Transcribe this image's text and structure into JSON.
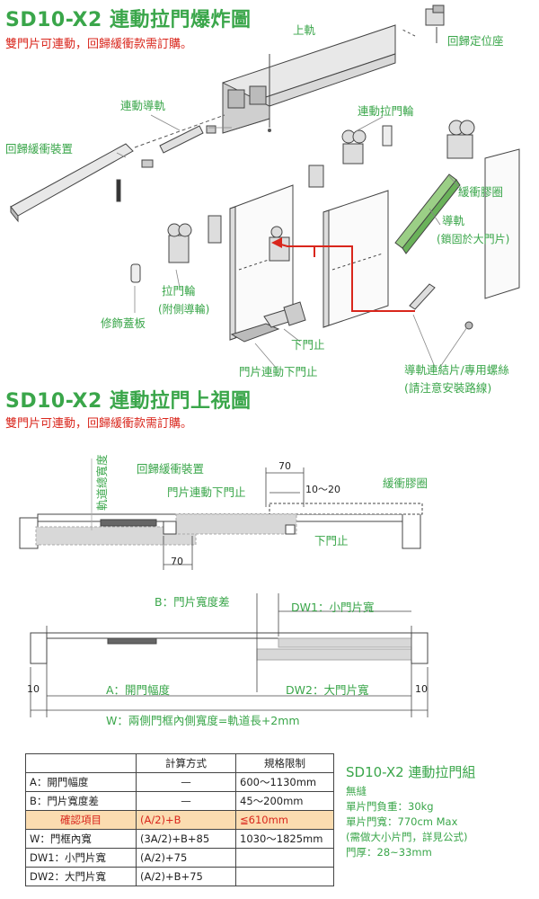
{
  "exploded": {
    "title": "SD10-X2 連動拉門爆炸圖",
    "subtitle": "雙門片可連動，回歸緩衝款需訂購。",
    "labels": {
      "top_rail": "上軌",
      "return_seat": "回歸定位座",
      "link_rail": "連動導軌",
      "return_buffer": "回歸緩衝裝置",
      "link_wheel": "連動拉門輪",
      "bumper": "緩衝膠圈",
      "guide_rail": "導軌",
      "guide_rail_note": "(鎖固於大門片)",
      "door_wheel": "拉門輪",
      "door_wheel_note": "(附側導輪)",
      "trim_plate": "修飾蓋板",
      "bottom_stop": "下門止",
      "door_link_bottom_stop": "門片連動下門止",
      "rail_link_plate": "導軌連結片/專用螺絲",
      "rail_link_note": "(請注意安裝路線)"
    }
  },
  "topview": {
    "title": "SD10-X2 連動拉門上視圖",
    "subtitle": "雙門片可連動，回歸緩衝款需訂購。",
    "labels": {
      "rail_width": "軌道總寬度",
      "return_buffer": "回歸緩衝裝置",
      "door_link_bottom_stop": "門片連動下門止",
      "bumper": "緩衝膠圈",
      "bottom_stop": "下門止",
      "b_diff": "B：門片寬度差",
      "dw1": "DW1：小門片寬",
      "dw2": "DW2：大門片寬",
      "a_opening": "A：開門幅度",
      "w_frame": "W：兩側門框內側寬度=軌道長+2mm"
    },
    "dims": {
      "d70_top": "70",
      "d10_20": "10～20",
      "d70_bottom": "70",
      "d10_left": "10",
      "d10_right": "10"
    }
  },
  "table": {
    "headers": [
      "",
      "計算方式",
      "規格限制"
    ],
    "rows": [
      {
        "item": "A：開門幅度",
        "formula": "—",
        "limit": "600～1130mm"
      },
      {
        "item": "B：門片寬度差",
        "formula": "—",
        "limit": "45～200mm"
      },
      {
        "item": "確認項目",
        "formula": "(A/2)+B",
        "limit": "≦610mm"
      },
      {
        "item": "W：門框內寬",
        "formula": "(3A/2)+B+85",
        "limit": "1030～1825mm"
      },
      {
        "item": "DW1：小門片寬",
        "formula": "(A/2)+75",
        "limit": ""
      },
      {
        "item": "DW2：大門片寬",
        "formula": "(A/2)+B+75",
        "limit": ""
      }
    ]
  },
  "product": {
    "title": "SD10-X2 連動拉門組",
    "lines": [
      "無縫",
      "單片門負重：30kg",
      "單片門寬：770cm Max",
      "(需做大小片門，詳見公式)",
      "門厚：28~33mm"
    ]
  },
  "colors": {
    "accent_green": "#3aa64a",
    "accent_red": "#d9261c",
    "highlight": "#fbdcb0"
  }
}
